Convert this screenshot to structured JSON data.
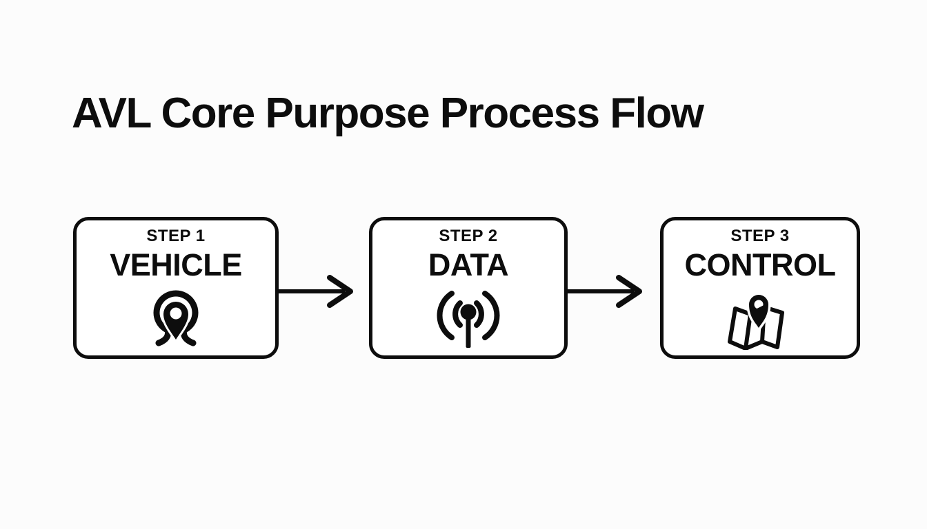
{
  "colors": {
    "ink": "#0d0d0d",
    "page-bg": "#fcfcfc",
    "box-bg": "#ffffff"
  },
  "title": "AVL Core Purpose Process Flow",
  "flow": {
    "steps": [
      {
        "step_label": "STEP 1",
        "name": "VEHICLE",
        "icon": "location-pin-ring-icon"
      },
      {
        "step_label": "STEP 2",
        "name": "DATA",
        "icon": "broadcast-antenna-icon"
      },
      {
        "step_label": "STEP 3",
        "name": "CONTROL",
        "icon": "map-with-pin-icon"
      }
    ],
    "connectors": [
      {
        "type": "arrow-right"
      },
      {
        "type": "arrow-right"
      }
    ]
  }
}
